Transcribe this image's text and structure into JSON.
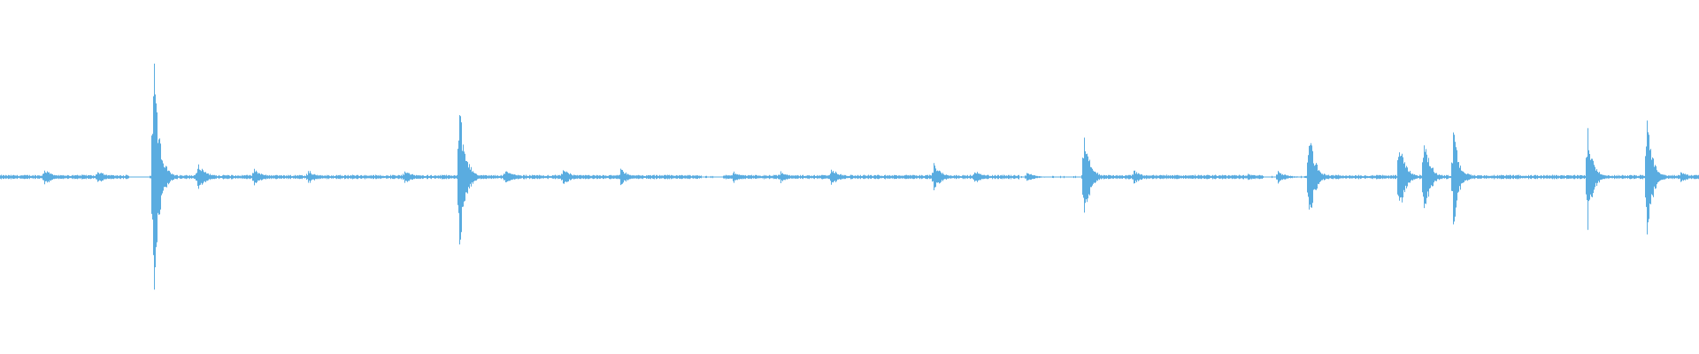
{
  "waveform": {
    "color": "#5aace0",
    "background": "#ffffff",
    "transients": [
      {
        "t": 0.026,
        "amp": 0.07
      },
      {
        "t": 0.057,
        "amp": 0.06
      },
      {
        "t": 0.09,
        "amp": 1.0
      },
      {
        "t": 0.116,
        "amp": 0.12
      },
      {
        "t": 0.149,
        "amp": 0.08
      },
      {
        "t": 0.181,
        "amp": 0.06
      },
      {
        "t": 0.238,
        "amp": 0.06
      },
      {
        "t": 0.27,
        "amp": 0.7
      },
      {
        "t": 0.297,
        "amp": 0.07
      },
      {
        "t": 0.331,
        "amp": 0.07
      },
      {
        "t": 0.365,
        "amp": 0.07
      },
      {
        "t": 0.431,
        "amp": 0.05
      },
      {
        "t": 0.459,
        "amp": 0.05
      },
      {
        "t": 0.489,
        "amp": 0.07
      },
      {
        "t": 0.549,
        "amp": 0.12
      },
      {
        "t": 0.573,
        "amp": 0.06
      },
      {
        "t": 0.604,
        "amp": 0.04
      },
      {
        "t": 0.638,
        "amp": 0.4
      },
      {
        "t": 0.667,
        "amp": 0.06
      },
      {
        "t": 0.734,
        "amp": 0.03
      },
      {
        "t": 0.752,
        "amp": 0.05
      },
      {
        "t": 0.77,
        "amp": 0.48
      },
      {
        "t": 0.823,
        "amp": 0.4
      },
      {
        "t": 0.838,
        "amp": 0.36
      },
      {
        "t": 0.855,
        "amp": 0.44
      },
      {
        "t": 0.934,
        "amp": 0.44
      },
      {
        "t": 0.969,
        "amp": 0.56
      },
      {
        "t": 0.989,
        "amp": 0.05
      }
    ],
    "gaps": [
      [
        0.076,
        0.088
      ],
      [
        0.413,
        0.425
      ],
      [
        0.6,
        0.636
      ],
      [
        0.743,
        0.768
      ]
    ]
  }
}
